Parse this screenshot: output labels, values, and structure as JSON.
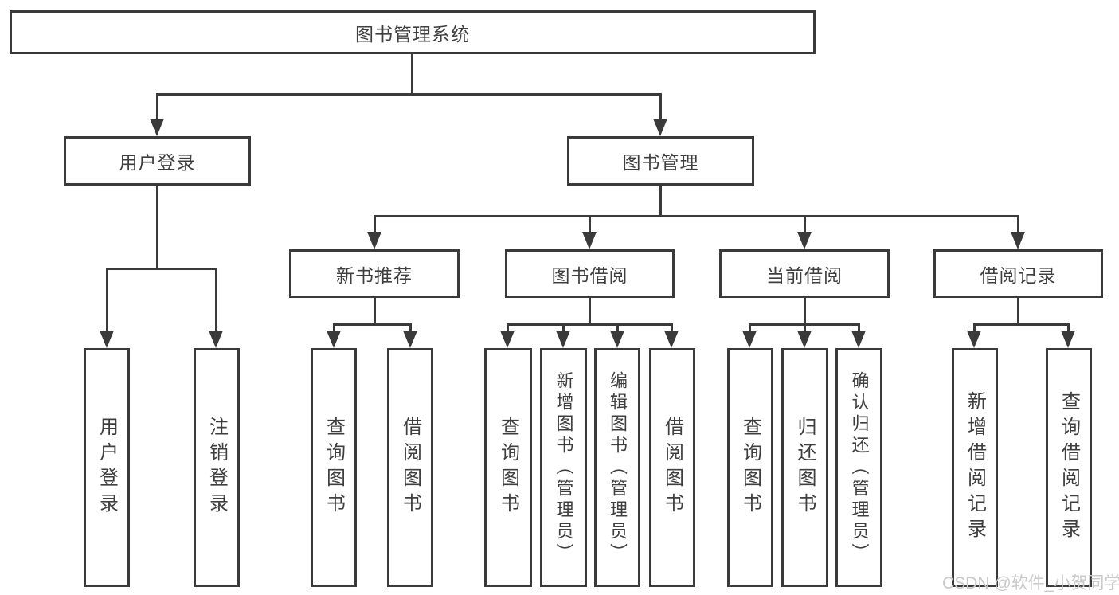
{
  "diagram": {
    "root_label": "图书管理系统",
    "level2": [
      {
        "label": "用户登录"
      },
      {
        "label": "图书管理"
      }
    ],
    "level3": [
      {
        "label": "新书推荐"
      },
      {
        "label": "图书借阅"
      },
      {
        "label": "当前借阅"
      },
      {
        "label": "借阅记录"
      }
    ],
    "leaves": {
      "user_login": [
        "用户登录",
        "注销登录"
      ],
      "new_book_recommend": [
        "查询图书",
        "借阅图书"
      ],
      "book_borrow": [
        "查询图书",
        "新增图书（管理员）",
        "编辑图书（管理员）",
        "借阅图书"
      ],
      "current_borrow": [
        "查询图书",
        "归还图书",
        "确认归还（管理员）"
      ],
      "borrow_records": [
        "新增借阅记录",
        "查询借阅记录"
      ]
    }
  },
  "watermark": "CSDN @软件_小贺同学",
  "colors": {
    "line": "#3a3a3a",
    "text": "#3f3f3f",
    "watermark": "#c9c9c9",
    "background": "#ffffff"
  }
}
